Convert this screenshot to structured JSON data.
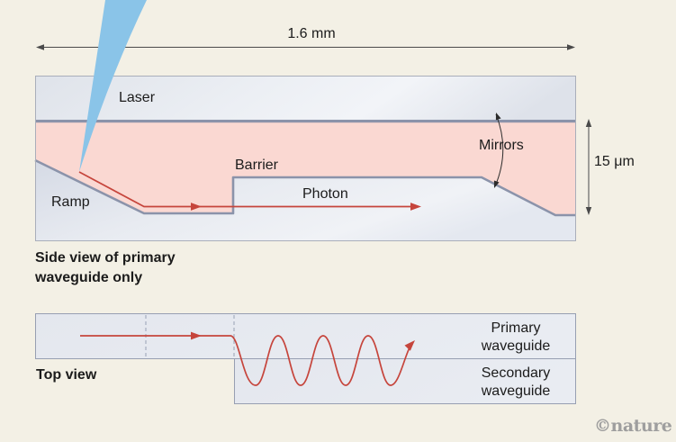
{
  "figure": {
    "dimension_width_label": "1.6 mm",
    "dimension_height_label": "15 μm",
    "side_view": {
      "laser_label": "Laser",
      "ramp_label": "Ramp",
      "barrier_label": "Barrier",
      "photon_label": "Photon",
      "mirrors_label": "Mirrors",
      "caption": "Side view of primary\nwaveguide only"
    },
    "top_view": {
      "caption": "Top view",
      "primary_label": "Primary\nwaveguide",
      "secondary_label": "Secondary\nwaveguide"
    },
    "watermark": "©nature"
  },
  "colors": {
    "background": "#f3f0e5",
    "pink_waveguide": "#fad8d2",
    "gray_layer_dark": "#dde2ec",
    "gray_layer_light": "#f1f3f7",
    "thick_border_blue_gray": "#8b93aa",
    "thin_outline": "#a9aeba",
    "needle_blue": "#8ac4e8",
    "photon_red": "#c6453c",
    "dimension_line": "#4a4a4a",
    "text": "#1b1b1b",
    "watermark_gray": "#9e9e9e",
    "top_band_fill": "#e7eaf0",
    "dashed_line": "#98a1b4"
  }
}
